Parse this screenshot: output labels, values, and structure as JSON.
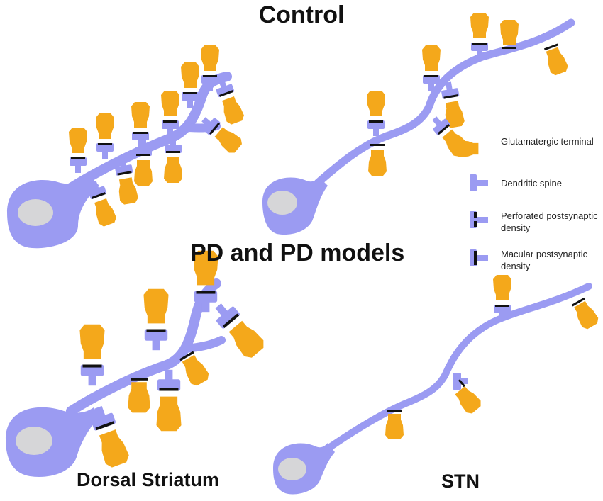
{
  "titles": {
    "control": "Control",
    "pd": "PD and PD models",
    "dorsal_striatum": "Dorsal Striatum",
    "stn": "STN"
  },
  "legend": {
    "glutamatergic": "Glutamatergic terminal",
    "spine": "Dendritic spine",
    "perforated": "Perforated postsynaptic density",
    "macular": "Macular postsynaptic density"
  },
  "colors": {
    "neuron": "#9b9bf2",
    "nucleus": "#d6d6d8",
    "terminal": "#f4a81b",
    "density": "#111111"
  }
}
